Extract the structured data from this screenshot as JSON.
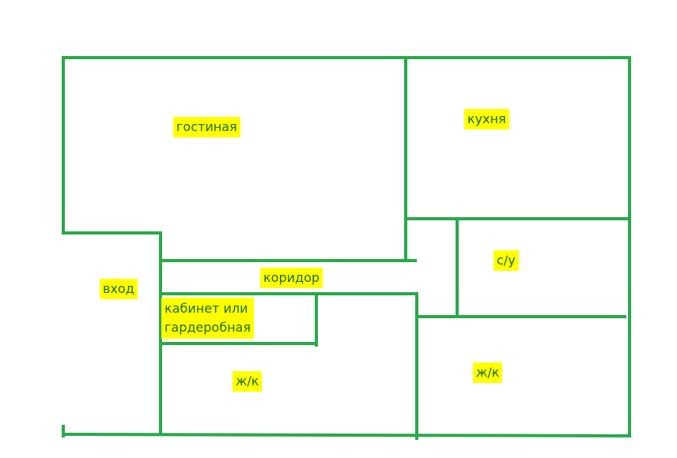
{
  "colors": {
    "wall": "#2aa84a",
    "label_background": "#ffff00",
    "label_text": "#1e6e1e"
  },
  "rooms": {
    "living": "гостиная",
    "kitchen": "кухня",
    "bathroom": "с/у",
    "entrance": "вход",
    "corridor": "коридор",
    "study_line1": "кабинет или",
    "study_line2": "гардеробная",
    "bedroom_left": "ж/к",
    "bedroom_right": "ж/к"
  }
}
